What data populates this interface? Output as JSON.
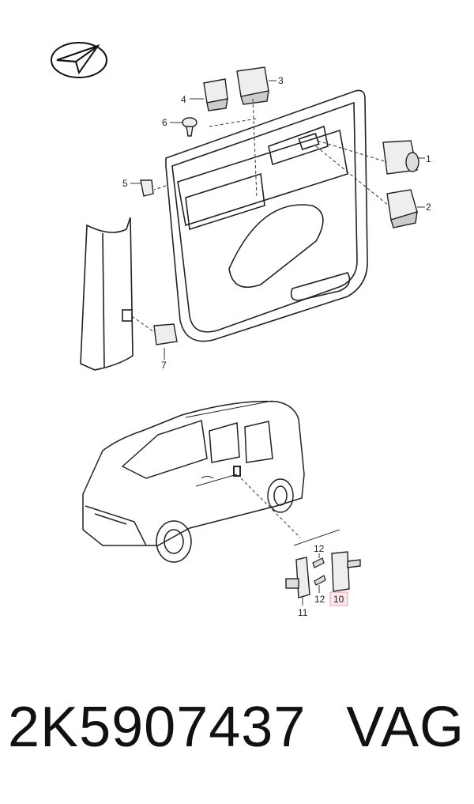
{
  "footer": {
    "part_number": "2K5907437",
    "brand": "VAG"
  },
  "callouts": {
    "c1": "1",
    "c2": "2",
    "c3": "3",
    "c4": "4",
    "c5": "5",
    "c6": "6",
    "c7": "7",
    "c10": "10",
    "c11": "11",
    "c12a": "12",
    "c12b": "12"
  },
  "highlight_color": "#fde6ea"
}
